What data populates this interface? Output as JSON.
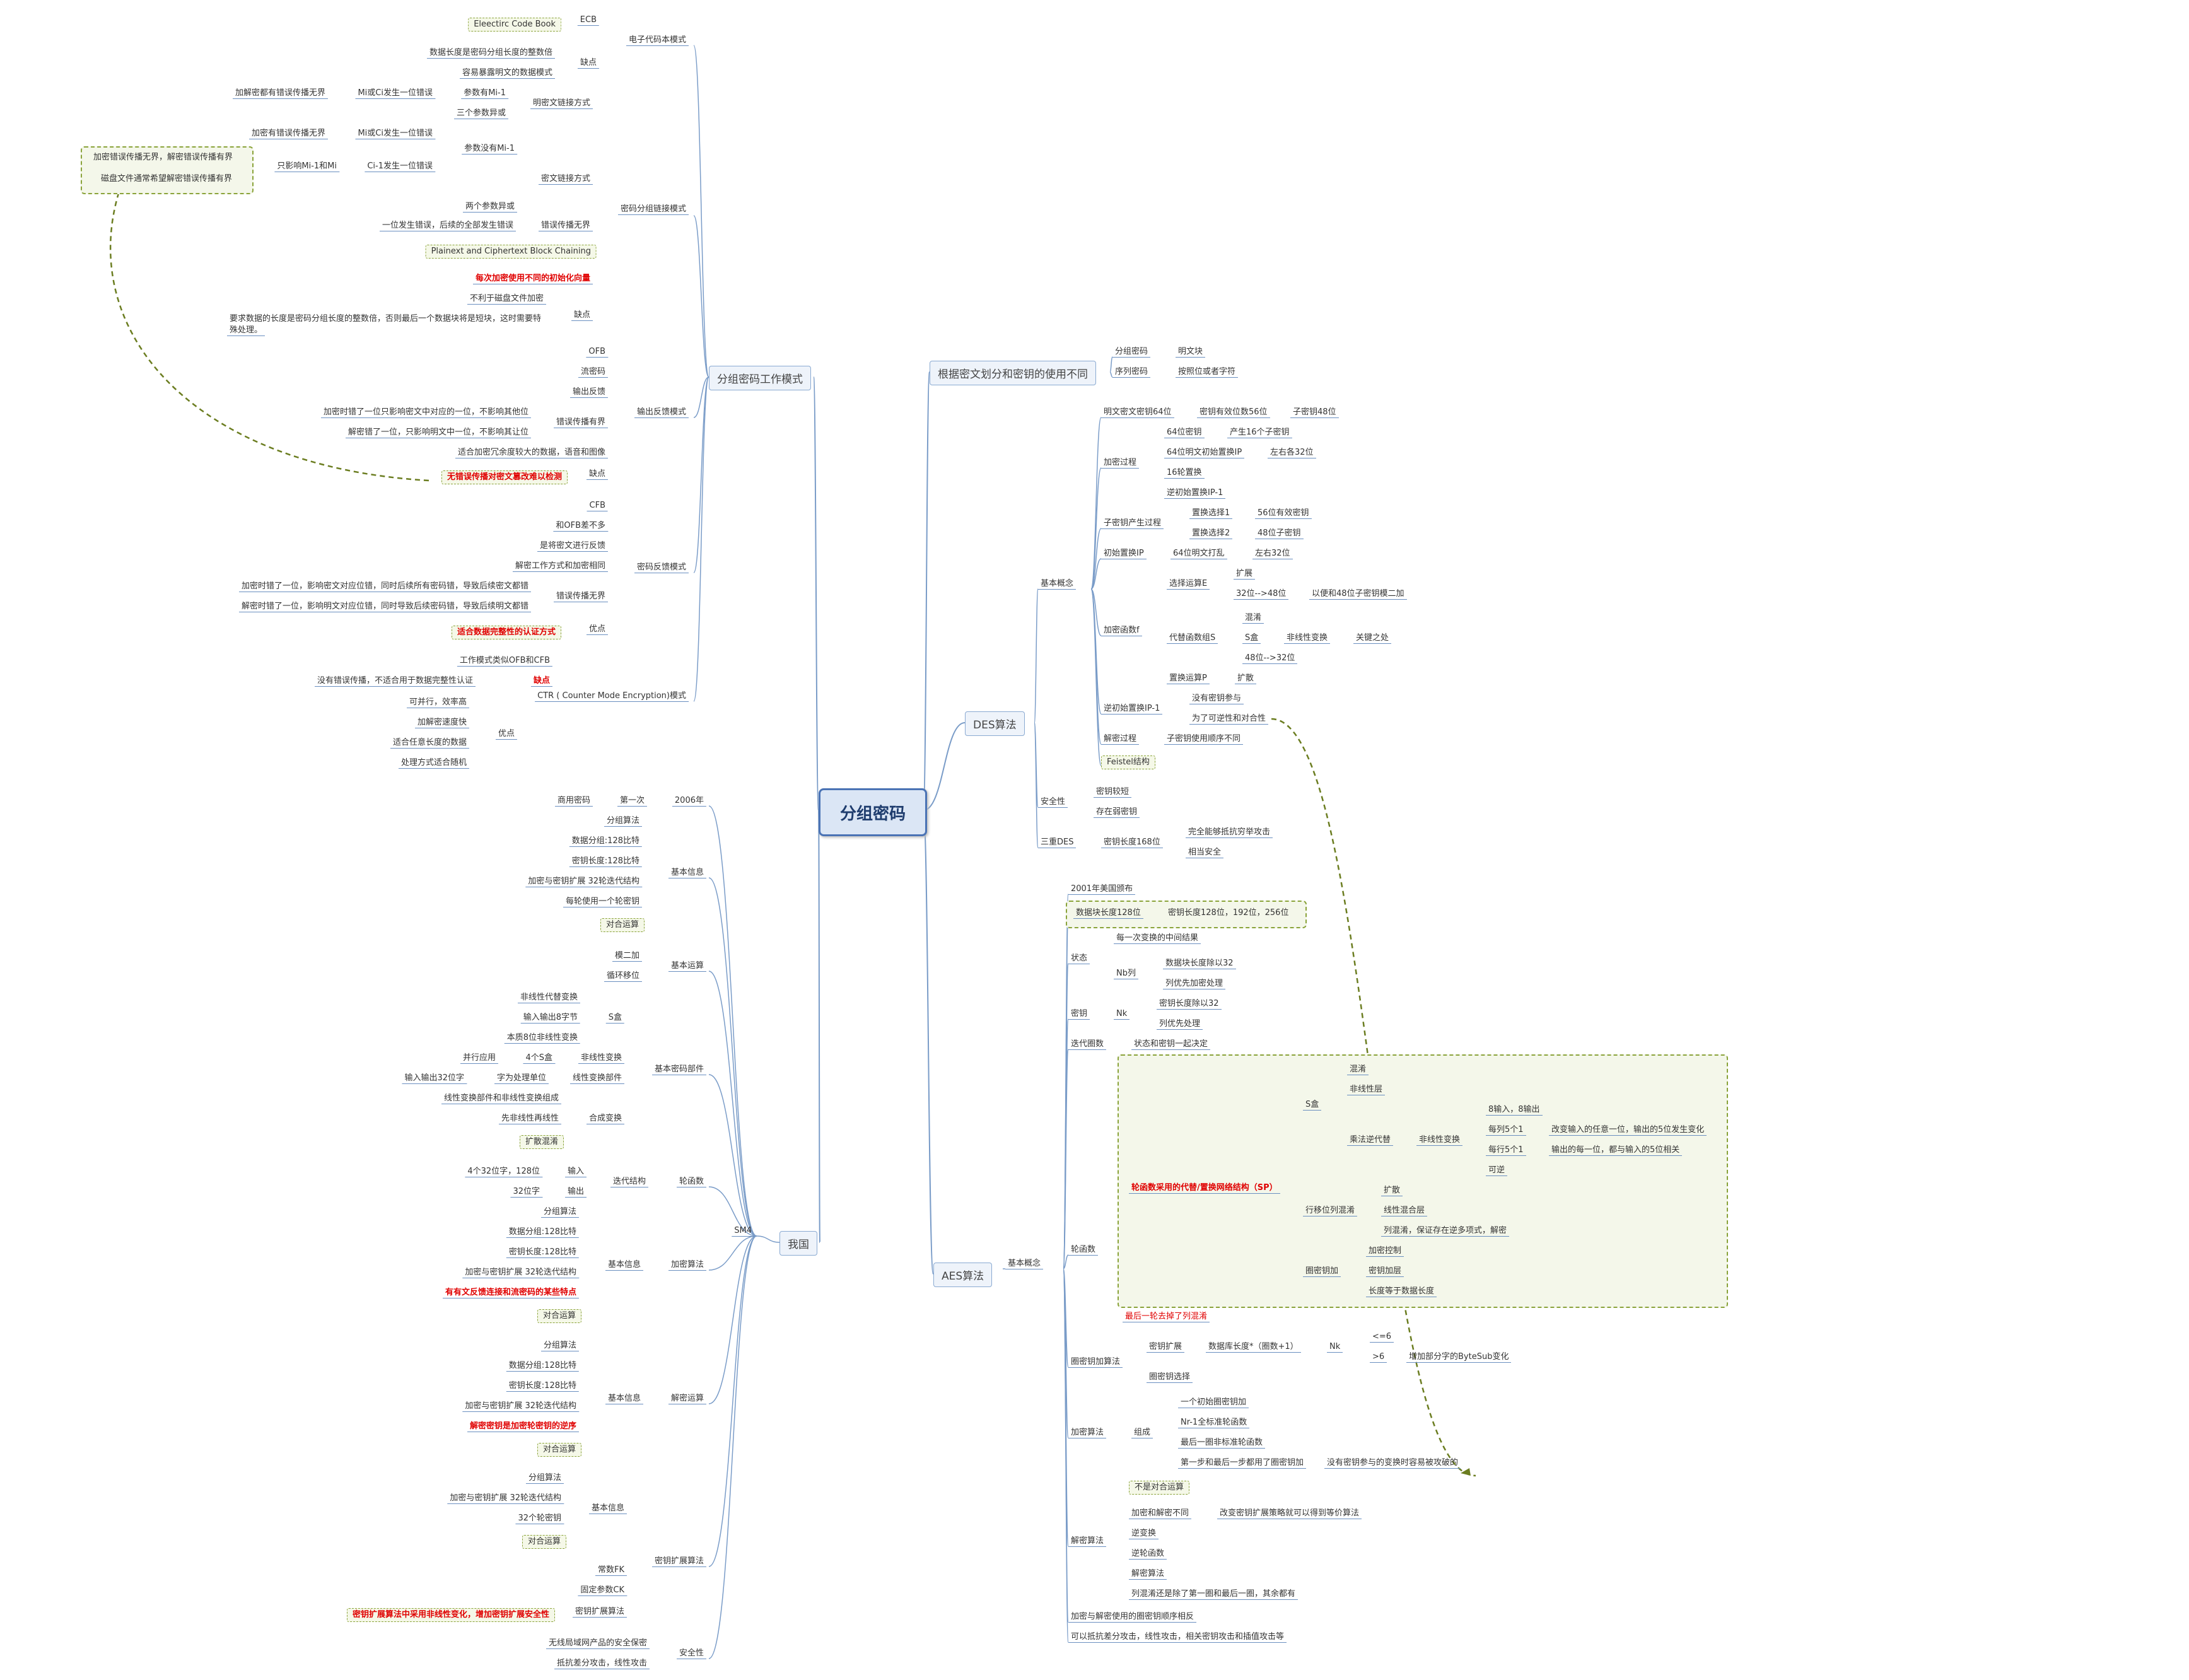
{
  "root": "分组密码",
  "branches": {
    "left1": "分组密码工作模式",
    "left2": "我国",
    "right1": "根据密文划分和密钥的使用不同",
    "right2": "DES算法",
    "right3": "AES算法"
  },
  "modes": {
    "ecb": "电子代码本模式",
    "ecb_ecb": "ECB",
    "ecb_ecb_box": "Eleectirc Code Book",
    "ecb_cons": "缺点",
    "ecb_c1": "数据长度是密码分组长度的整数倍",
    "ecb_c2": "容易暴露明文的数据模式",
    "pcbm": "明密文链接方式",
    "pcbm_mi": "参数有Mi-1",
    "pcbm_err": "Mi或Ci发生一位错误",
    "pcbm_prop": "加解密都有错误传播无界",
    "pcbm_three": "三个参数异或",
    "cbc_main": "密码分组链接模式",
    "cbm": "密文链接方式",
    "cbm_nomi": "参数没有Mi-1",
    "cbm_err": "Mi或Ci发生一位错误",
    "cbm_prop": "加密有错误传播无界",
    "cbm_ci": "Ci-1发生一位错误",
    "cbm_ci_res": "只影响Mi-1和Mi",
    "cbm_box1": "加密错误传播无界，解密错误传播有界",
    "cbm_box2": "磁盘文件通常希望解密错误传播有界",
    "cbm_two": "两个参数异或",
    "cbm_errprop": "错误传播无界",
    "cbm_errprop_d": "一位发生错误，后续的全部发生错误",
    "cbc_box": "Plainext and Ciphertext Block Chaining",
    "cbc_red": "每次加密使用不同的初始化向量",
    "cbc_cons": "缺点",
    "cbc_c1": "不利于磁盘文件加密",
    "cbc_c2": "要求数据的长度是密码分组长度的整数倍，否则最后一个数据块将是短块，这时需要特",
    "cbc_c2b": "殊处理。",
    "ofb_main": "输出反馈模式",
    "ofb": "OFB",
    "ofb_stream": "流密码",
    "ofb_out": "输出反馈",
    "ofb_errp": "错误传播有界",
    "ofb_e1": "加密时错了一位只影响密文中对应的一位，不影响其他位",
    "ofb_e2": "解密错了一位，只影响明文中一位，不影响其让位",
    "ofb_suit": "适合加密冗余度较大的数据，语音和图像",
    "ofb_cons": "缺点",
    "ofb_red": "无错误传播对密文篡改难以检测",
    "cfb_main": "密码反馈模式",
    "cfb": "CFB",
    "cfb_diff": "和OFB差不多",
    "cfb_fb": "是将密文进行反馈",
    "cfb_same": "解密工作方式和加密相同",
    "cfb_errp": "错误传播无界",
    "cfb_e1": "加密时错了一位，影响密文对应位错，同时后续所有密码错，导致后续密文都错",
    "cfb_e2": "解密时错了一位，影响明文对应位错，同时导致后续密码错，导致后续明文都错",
    "cfb_pros": "优点",
    "cfb_red": "适合数据完整性的认证方式",
    "ctr_main": "CTR ( Counter Mode Encryption)模式",
    "ctr_like": "工作模式类似OFB和CFB",
    "ctr_cons": "缺点",
    "ctr_c1": "没有错误传播，不适合用于数据完整性认证",
    "ctr_pros": "优点",
    "ctr_p1": "可并行，效率高",
    "ctr_p2": "加解密速度快",
    "ctr_p3": "适合任意长度的数据",
    "ctr_p4": "处理方式适合随机"
  },
  "sm4": {
    "sm4": "SM4",
    "y2006": "2006年",
    "first": "第一次",
    "commercial": "商用密码",
    "basic": "基本信息",
    "b1": "分组算法",
    "b2": "数据分组:128比特",
    "b3": "密钥长度:128比特",
    "b4": "加密与密钥扩展 32轮迭代结构",
    "b5": "每轮使用一个轮密钥",
    "b6": "对合运算",
    "op": "基本运算",
    "op1": "模二加",
    "op2": "循环移位",
    "parts": "基本密码部件",
    "sbox": "S盒",
    "s1": "非线性代替变换",
    "s2": "输入输出8字节",
    "s3": "本质8位非线性变换",
    "nonlin": "非线性变换",
    "nl1": "4个S盒",
    "nl2": "并行应用",
    "lin": "线性变换部件",
    "lin1": "字为处理单位",
    "lin2": "输入输出32位字",
    "comb": "合成变换",
    "c1": "线性变换部件和非线性变换组成",
    "c2": "先非线性再线性",
    "c3": "扩散混淆",
    "round": "轮函数",
    "iter": "迭代结构",
    "in": "输入",
    "in1": "4个32位字，128位",
    "out": "输出",
    "out1": "32位字",
    "enc": "加密算法",
    "e_basic": "基本信息",
    "e1": "分组算法",
    "e2": "数据分组:128比特",
    "e3": "密钥长度:128比特",
    "e4": "加密与密钥扩展 32轮迭代结构",
    "e5": "有有文反馈连接和流密码的某些特点",
    "e6": "对合运算",
    "dec": "解密运算",
    "d_basic": "基本信息",
    "d1": "分组算法",
    "d2": "数据分组:128比特",
    "d3": "密钥长度:128比特",
    "d4": "加密与密钥扩展 32轮迭代结构",
    "d5": "解密密钥是加密轮密钥的逆序",
    "d6": "对合运算",
    "ks": "密钥扩展算法",
    "k_basic": "基本信息",
    "k1": "分组算法",
    "k2": "加密与密钥扩展 32轮迭代结构",
    "k3": "32个轮密钥",
    "k4": "对合运算",
    "fk": "常数FK",
    "ck": "固定参数CK",
    "kalg": "密钥扩展算法",
    "kred": "密钥扩展算法中采用非线性变化，增加密钥扩展安全性",
    "sec": "安全性",
    "sec1": "无线局域网产品的安全保密",
    "sec2": "抵抗差分攻击，线性攻击"
  },
  "division": {
    "block": "分组密码",
    "block_v": "明文块",
    "seq": "序列密码",
    "seq_v": "按照位或者字符"
  },
  "des": {
    "basic": "基本概念",
    "pt": "明文密文密钥64位",
    "pt_eff": "密钥有效位数56位",
    "pt_sub": "子密钥48位",
    "encp": "加密过程",
    "e1": "64位密钥",
    "e1v": "产生16个子密钥",
    "e2": "64位明文初始置换IP",
    "e2v": "左右各32位",
    "e3": "16轮置换",
    "e4": "逆初始置换IP-1",
    "subkey": "子密钥产生过程",
    "pc1": "置换选择1",
    "pc1v": "56位有效密钥",
    "pc2": "置换选择2",
    "pc2v": "48位子密钥",
    "ip": "初始置换IP",
    "ipv": "64位明文打乱",
    "ipv2": "左右32位",
    "f": "加密函数f",
    "sel": "选择运算E",
    "sel1": "扩展",
    "sel2": "32位-->48位",
    "sel3": "以便和48位子密钥模二加",
    "sub": "代替函数组S",
    "sub1": "混淆",
    "sub2": "S盒",
    "sub2a": "非线性变换",
    "sub2b": "关键之处",
    "sub3": "48位-->32位",
    "perm": "置换运算P",
    "perm1": "扩散",
    "inv": "逆初始置换IP-1",
    "inv1": "没有密钥参与",
    "inv2": "为了可逆性和对合性",
    "decp": "解密过程",
    "dec1": "子密钥使用顺序不同",
    "feistel": "Feistel结构",
    "sec": "安全性",
    "sec1": "密钥较短",
    "sec2": "存在弱密钥",
    "tdes": "三重DES",
    "tdes1": "密钥长度168位",
    "tdes2": "完全能够抵抗穷举攻击",
    "tdes3": "相当安全"
  },
  "aes": {
    "basic": "基本概念",
    "y2001": "2001年美国颁布",
    "blk": "数据块长度128位",
    "blk2": "密钥长度128位，192位，256位",
    "state": "状态",
    "st1": "每一次变换的中间结果",
    "nb": "Nb列",
    "nb1": "数据块长度除以32",
    "nb2": "列优先加密处理",
    "key": "密钥",
    "nk": "Nk",
    "nk1": "密钥长度除以32",
    "nk2": "列优先处理",
    "iter": "迭代圈数",
    "iter1": "状态和密钥一起决定",
    "rf": "轮函数",
    "rf_red": "轮函数采用的代替/置换网络结构（SP）",
    "sbox": "S盒",
    "s1": "混淆",
    "s2": "非线性层",
    "s3": "乘法逆代替",
    "s3a": "非线性变换",
    "s3b": "8输入，8输出",
    "s3c": "每列5个1",
    "s3c1": "改变输入的任意一位，输出的5位发生变化",
    "s3d": "每行5个1",
    "s3d1": "输出的每一位，都与输入的5位相关",
    "s3e": "可逆",
    "shift": "行移位列混淆",
    "sh1": "扩散",
    "sh2": "线性混合层",
    "sh3": "列混淆，保证存在逆多项式，解密",
    "ark": "圈密钥加",
    "a1": "加密控制",
    "a2": "密钥加层",
    "a3": "长度等于数据长度",
    "last": "最后一轮去掉了列混淆",
    "rk": "圈密钥加算法",
    "ke": "密钥扩展",
    "ke1": "数据库长度*（圈数+1）",
    "ke_nk": "Nk",
    "ke_lt": "<=6",
    "ke_gt": ">6",
    "ke_gt1": "增加部分字的ByteSub变化",
    "ke2": "圈密钥选择",
    "enc": "加密算法",
    "comp": "组成",
    "c1": "一个初始圈密钥加",
    "c2": "Nr-1全标准轮函数",
    "c3": "最后一圈非标准轮函数",
    "c4": "第一步和最后一步都用了圈密钥加",
    "c4a": "没有密钥参与的变换时容易被攻破的",
    "dec": "解密算法",
    "d0": "不是对合运算",
    "d1": "加密和解密不同",
    "d1a": "改变密钥扩展策略就可以得到等价算法",
    "d2": "逆变换",
    "d3": "逆轮函数",
    "d4": "解密算法",
    "d5": "列混淆还是除了第一圈和最后一圈，其余都有",
    "z1": "加密与解密使用的圈密钥顺序相反",
    "z2": "可以抵抗差分攻击，线性攻击，相关密钥攻击和插值攻击等"
  }
}
